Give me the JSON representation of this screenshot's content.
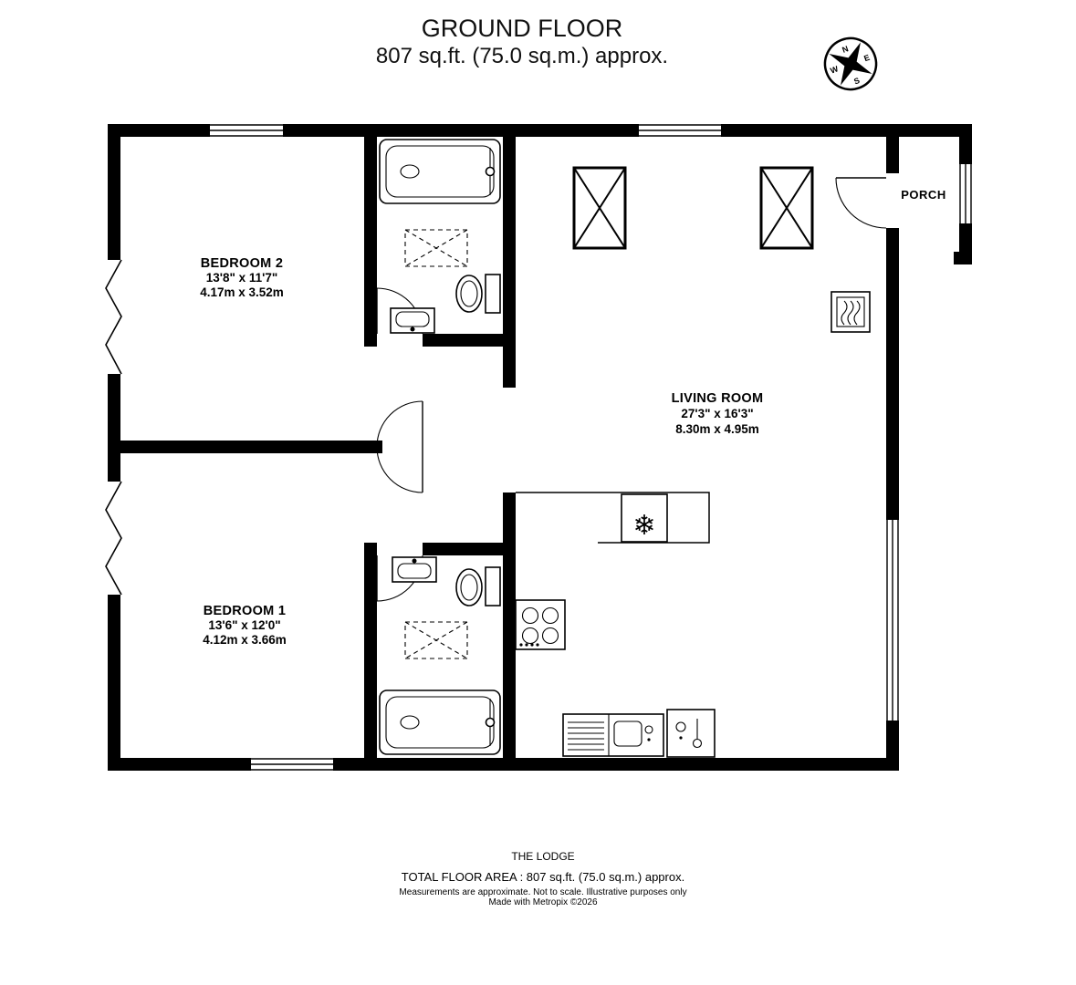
{
  "colors": {
    "wall": "#000000",
    "background": "#ffffff",
    "line": "#000000"
  },
  "title": {
    "line1": "GROUND FLOOR",
    "line2": "807 sq.ft. (75.0 sq.m.) approx."
  },
  "compass": {
    "north": "N",
    "east": "E",
    "south": "S",
    "west": "W"
  },
  "rooms": {
    "bedroom2": {
      "name": "BEDROOM 2",
      "size_imperial": "13'8\"  x 11'7\"",
      "size_metric": "4.17m  x 3.52m"
    },
    "bedroom1": {
      "name": "BEDROOM 1",
      "size_imperial": "13'6\"  x 12'0\"",
      "size_metric": "4.12m  x 3.66m"
    },
    "living_room": {
      "name": "LIVING ROOM",
      "size_imperial": "27'3\"  x 16'3\"",
      "size_metric": "8.30m  x 4.95m"
    },
    "porch": {
      "name": "PORCH"
    }
  },
  "icons": {
    "fridge": "❄"
  },
  "footer": {
    "property_name": "THE LODGE",
    "total_area": "TOTAL FLOOR AREA : 807 sq.ft. (75.0 sq.m.) approx.",
    "disclaimer": "Measurements are approximate.  Not to scale.  Illustrative purposes only",
    "credit": "Made with Metropix ©2026"
  }
}
